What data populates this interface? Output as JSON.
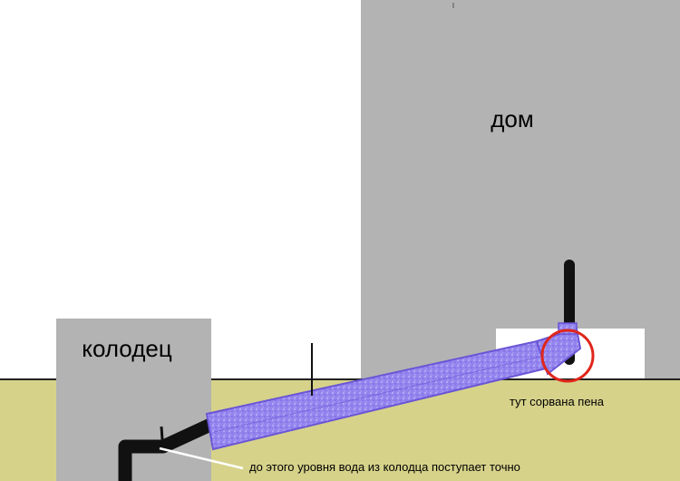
{
  "labels": {
    "house": "дом",
    "well": "колодец",
    "foam_torn": "тут сорвана пена",
    "water_level": "до этого уровня вода из колодца поступает точно"
  },
  "colors": {
    "background": "#ffffff",
    "house": "#b3b3b3",
    "well": "#b3b3b3",
    "ground": "#d6d28a",
    "pipe_black": "#111111",
    "insulation": "#8f7de8",
    "insulation_outline": "#6a55d6",
    "highlight_circle": "#e0261b",
    "foam_block": "#ffffff"
  }
}
